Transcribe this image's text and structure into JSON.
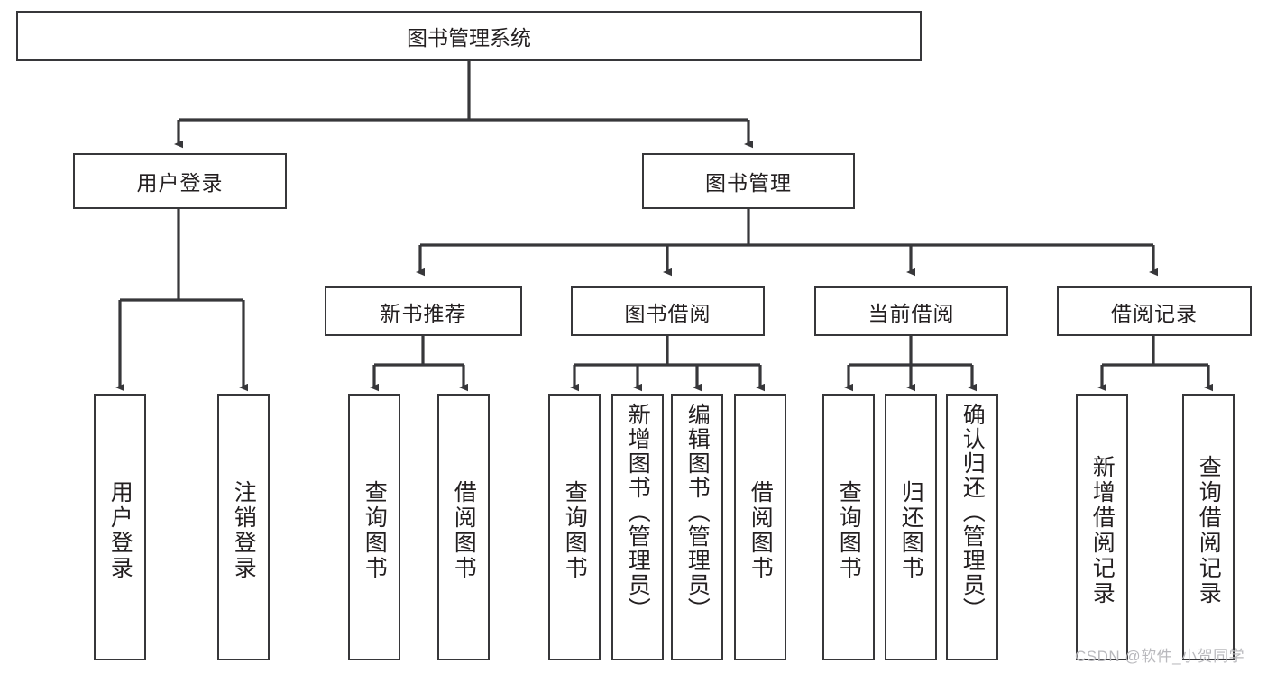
{
  "diagram": {
    "type": "tree",
    "title": "图书管理系统",
    "watermark": "CSDN @软件_小贺同学",
    "colors": {
      "stroke": "#37373a",
      "text": "#231f20",
      "background": "#ffffff",
      "watermark": "#b9b9bd"
    },
    "root": {
      "label": "图书管理系统"
    },
    "level2": [
      {
        "label": "用户登录"
      },
      {
        "label": "图书管理"
      }
    ],
    "level3": [
      {
        "label": "新书推荐"
      },
      {
        "label": "图书借阅"
      },
      {
        "label": "当前借阅"
      },
      {
        "label": "借阅记录"
      }
    ],
    "leaves": {
      "user_login": [
        {
          "label": "用户登录"
        },
        {
          "label": "注销登录"
        }
      ],
      "new_book_recommend": [
        {
          "label": "查询图书"
        },
        {
          "label": "借阅图书"
        }
      ],
      "book_borrow": [
        {
          "label": "查询图书"
        },
        {
          "label": "新增图书（管理员）"
        },
        {
          "label": "编辑图书（管理员）"
        },
        {
          "label": "借阅图书"
        }
      ],
      "current_borrow": [
        {
          "label": "查询图书"
        },
        {
          "label": "归还图书"
        },
        {
          "label": "确认归还（管理员）"
        }
      ],
      "borrow_record": [
        {
          "label": "新增借阅记录"
        },
        {
          "label": "查询借阅记录"
        }
      ]
    }
  }
}
